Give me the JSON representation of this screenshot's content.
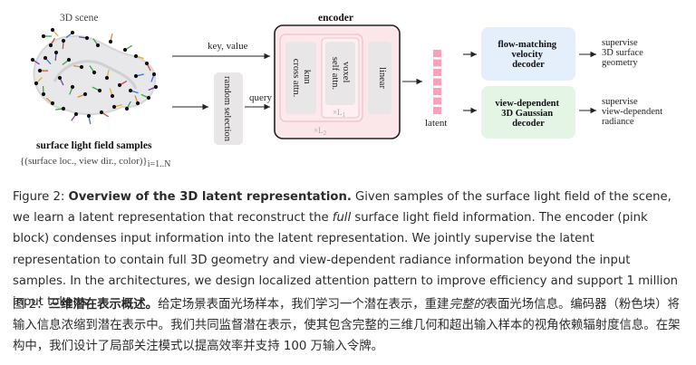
{
  "figure": {
    "scene_label": "3D scene",
    "samples_title": "surface light field samples",
    "samples_formula": "{(surface loc., view dir., color)}",
    "samples_subscript": "i=1..N",
    "random_selection": "random selection",
    "key_value": "key, value",
    "query": "query",
    "encoder_title": "encoder",
    "knn_line1": "knn",
    "knn_line2": "cross attn.",
    "voxel_line1": "voxel",
    "voxel_line2": "self attn.",
    "l1": "×L",
    "l1_sub": "1",
    "l2": "×L",
    "l2_sub": "2",
    "linear": "linear",
    "latent": "latent",
    "decoder1_lines": [
      "flow-matching",
      "velocity",
      "decoder"
    ],
    "decoder2_lines": [
      "view-dependent",
      "3D Gaussian",
      "decoder"
    ],
    "supervise1_lines": [
      "supervise",
      "3D surface",
      "geometry"
    ],
    "supervise2_lines": [
      "supervise",
      "view-dependent",
      "radiance"
    ]
  },
  "caption_en": {
    "label": "Figure 2: ",
    "bold": "Overview of the 3D latent representation.",
    "text1": " Given samples of the surface light field of the scene, we learn a latent representation that reconstruct the ",
    "italic": "full",
    "text2": " surface light field information. The encoder (pink block) condenses input information into the latent representation. We jointly supervise the latent representation to contain full 3D geometry and view-dependent radiance information beyond the input samples. In the architectures, we design localized attention pattern to improve efficiency and support 1 million input tokens."
  },
  "caption_zh": {
    "label": "图 2：",
    "bold": "三维潜在表示概述。",
    "text1": "给定场景表面光场样本，我们学习一个潜在表示，重建",
    "italic": "完整的",
    "text2": "表面光场信息。编码器（粉色块）将输入信息浓缩到潜在表示中。我们共同监督潜在表示，使其包含完整的三维几何和超出输入样本的视角依赖辐射度信息。在架构中，我们设计了局部关注模式以提高效率并支持 100 万输入令牌。"
  },
  "colors": {
    "encoder_fill": "#fbe6ea",
    "latent": "#f4a3b8",
    "decoder1": "#e5eefb",
    "decoder2": "#e4f5e6",
    "gray_block": "#e9e6e7"
  }
}
